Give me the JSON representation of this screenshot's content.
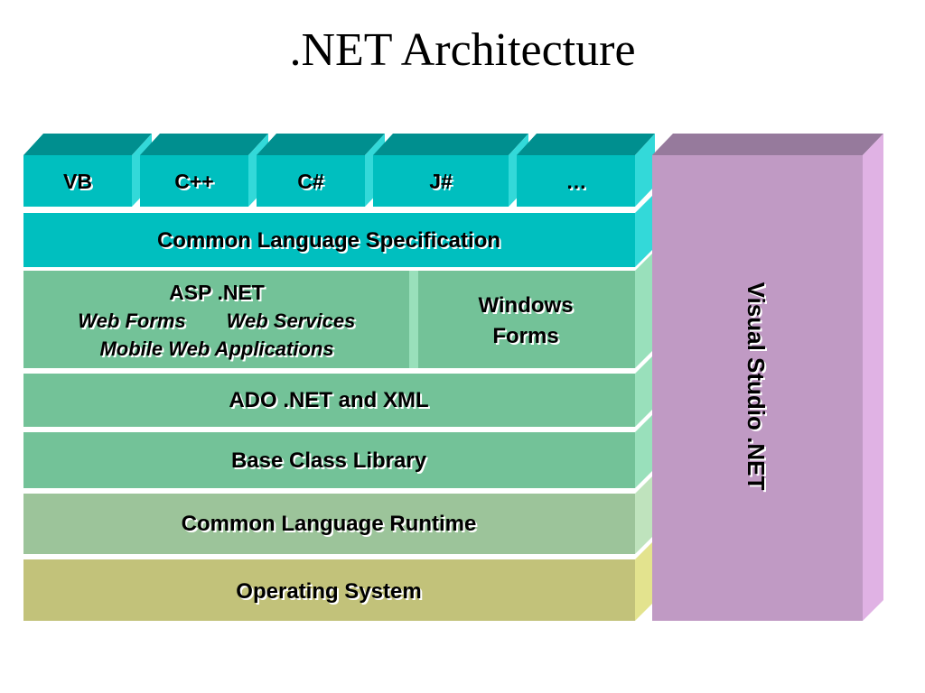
{
  "title": ".NET Architecture",
  "languages": [
    "VB",
    "C++",
    "C#",
    "J#",
    "…"
  ],
  "cls": "Common Language Specification",
  "aspnet": {
    "title": "ASP .NET",
    "line1_left": "Web Forms",
    "line1_right": "Web Services",
    "line2": "Mobile Web Applications"
  },
  "windows_forms": [
    "Windows",
    "Forms"
  ],
  "ado": "ADO .NET and XML",
  "bcl": "Base Class Library",
  "clr": "Common Language Runtime",
  "os": "Operating System",
  "visual_studio": "Visual Studio .NET",
  "colors": {
    "teal_front": "#00BFBF",
    "teal_top": "#008F8F",
    "teal_side": "#33D9D9",
    "green_front": "#73C298",
    "green_side": "#99E0BB",
    "sage_front": "#9CC49A",
    "sage_side": "#BFE3BD",
    "olive_front": "#C2C27A",
    "olive_side": "#E3E38E",
    "purple_front": "#C09AC4",
    "purple_top": "#967A9C",
    "purple_side": "#E0B2E4"
  }
}
